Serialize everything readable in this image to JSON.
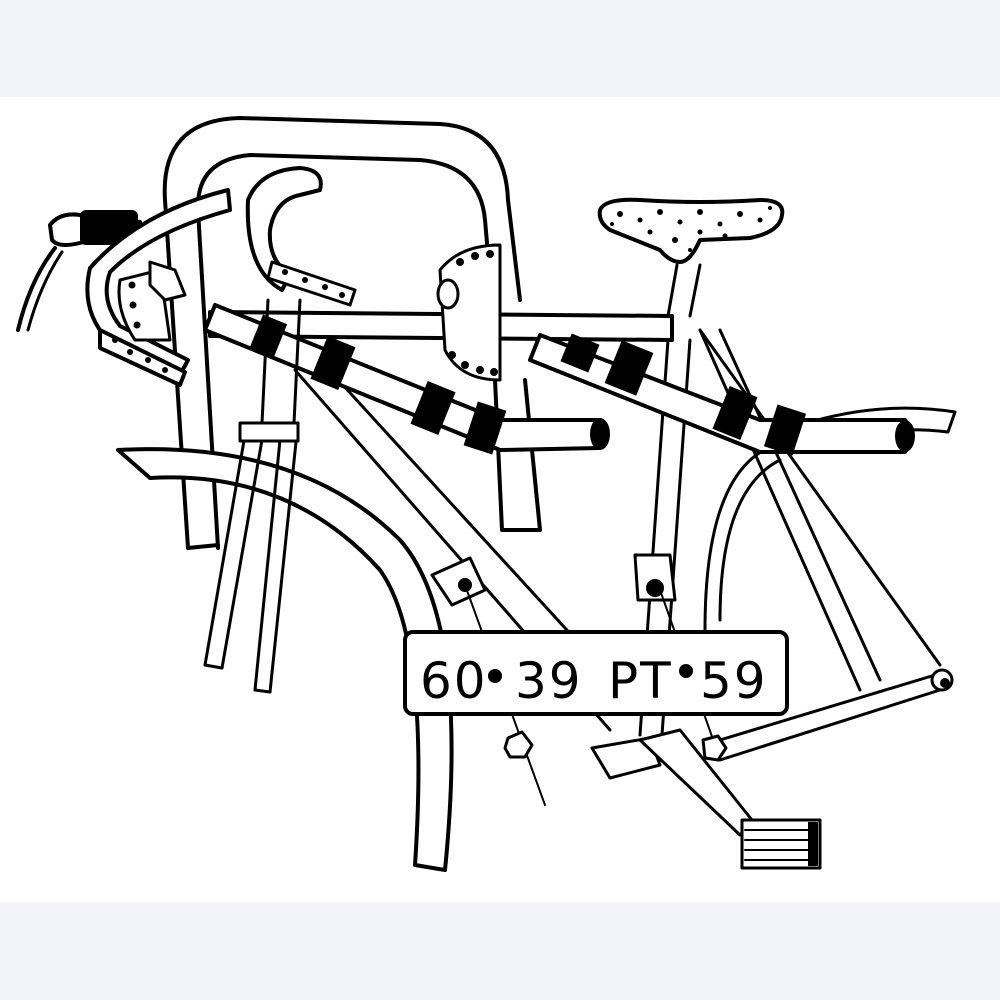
{
  "illustration": {
    "subject": "Bicycle mounted on a rear-mounted car bike carrier rack",
    "style": "black-and-white line drawing",
    "background_band_color": "#f2f4f9",
    "canvas_color": "#ffffff",
    "line_color": "#000000"
  },
  "license_plate": {
    "text": "60·39 PT·59",
    "parts": [
      "60",
      "39",
      "PT",
      "59"
    ]
  },
  "components": [
    "carrier-frame-loop",
    "handlebar-drop",
    "bicycle-saddle",
    "top-tube",
    "carrier-support-arms",
    "padded-bike-holders",
    "rear-mudguard",
    "license-plate",
    "mounting-bolts",
    "pedal-crank",
    "pedal"
  ]
}
